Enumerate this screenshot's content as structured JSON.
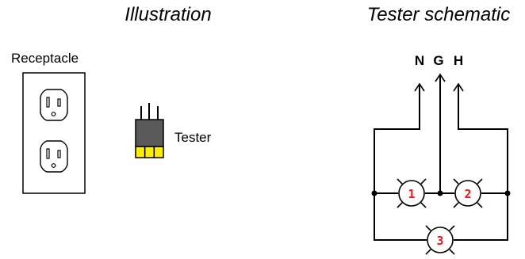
{
  "illustration": {
    "heading": "Illustration",
    "receptacle_label": "Receptacle",
    "tester_label": "Tester",
    "tester_light_color": "#ffee00"
  },
  "schematic": {
    "heading": "Tester schematic",
    "terminals": [
      "N",
      "G",
      "H"
    ],
    "lamps": [
      "1",
      "2",
      "3"
    ],
    "lamp_number_color": "#e8191c"
  }
}
